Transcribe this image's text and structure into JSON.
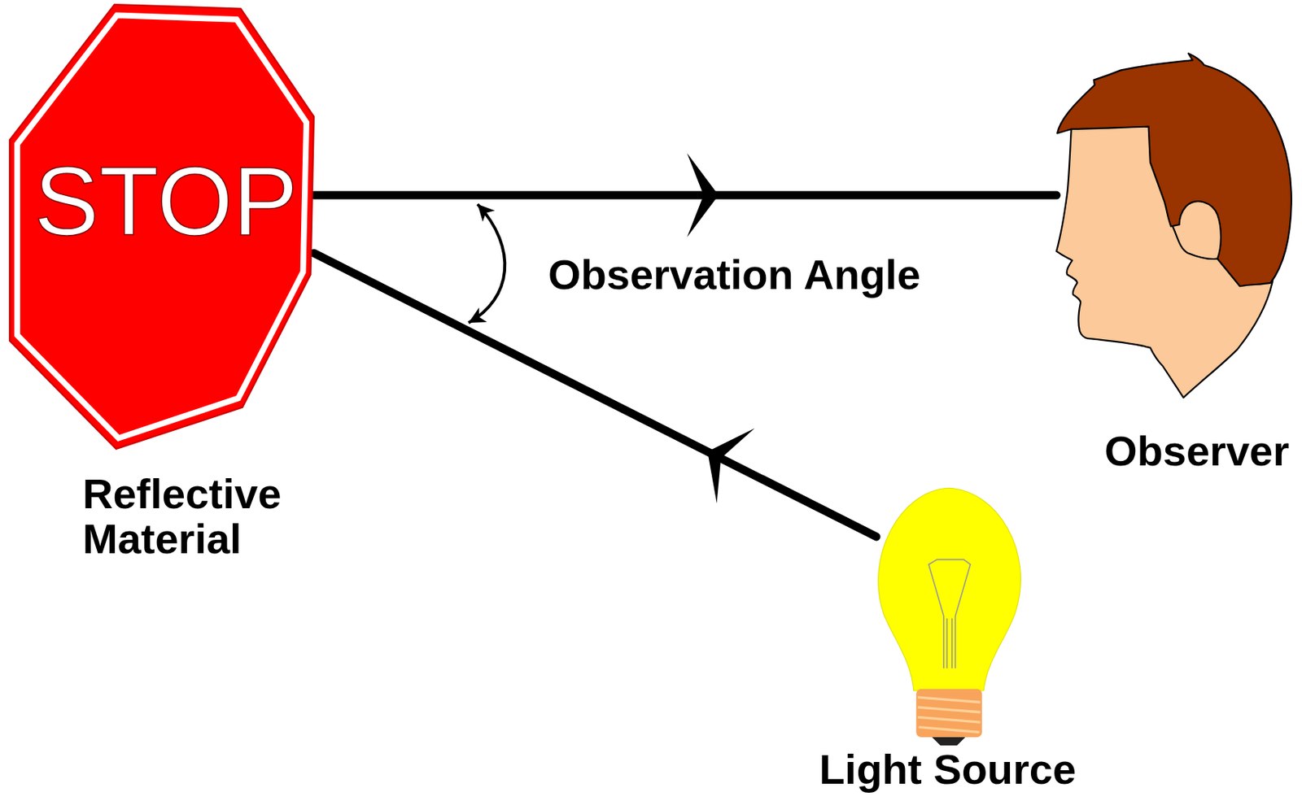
{
  "diagram": {
    "nodes": [
      {
        "text": [
          "STOP",
          "Reflective Material"
        ]
      },
      {
        "text": [
          "Observer"
        ]
      },
      {
        "text": [
          "Light Source"
        ]
      }
    ],
    "edges": [
      {
        "from": 0,
        "to": 1,
        "arrow": "to"
      },
      {
        "from": 2,
        "to": 0,
        "arrow": "to"
      }
    ],
    "labels": [
      "Observation Angle"
    ]
  }
}
